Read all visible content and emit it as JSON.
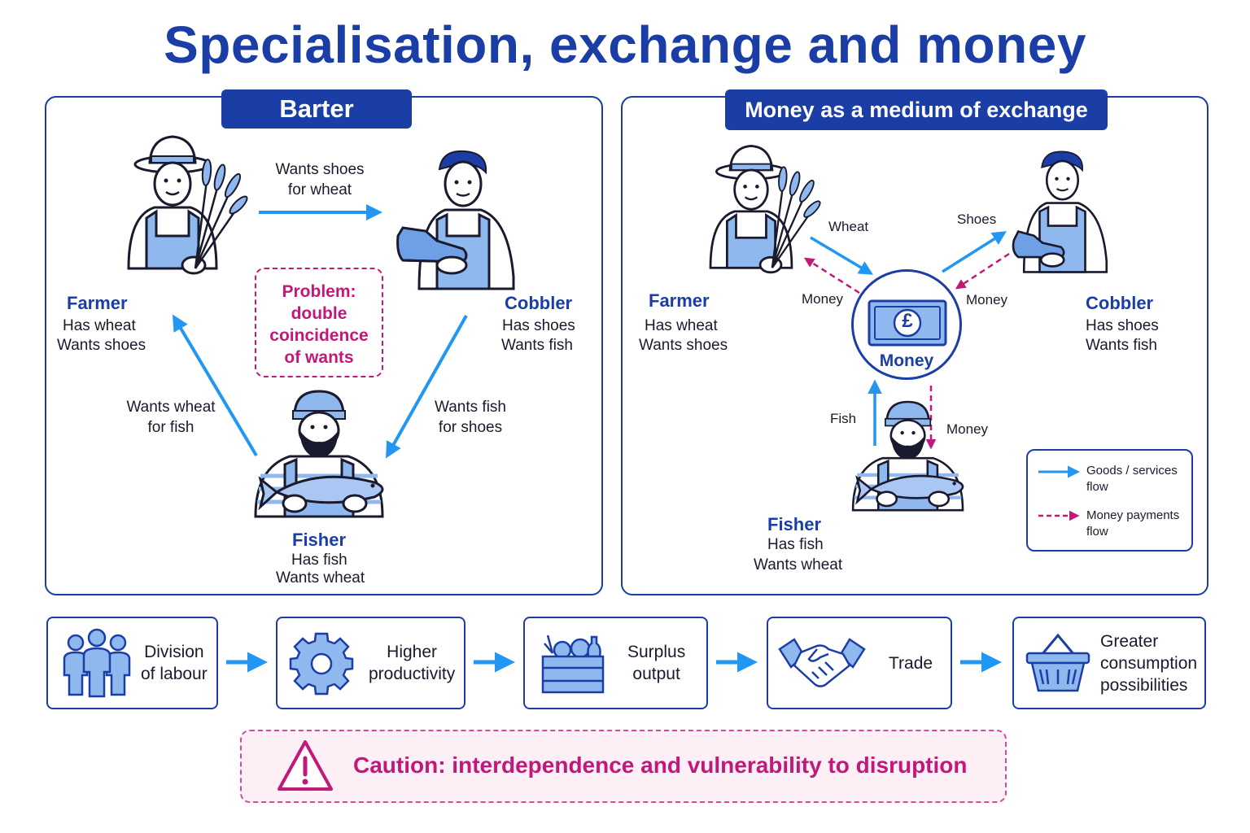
{
  "title": "Specialisation, exchange and money",
  "barter": {
    "heading": "Barter",
    "farmer": {
      "name": "Farmer",
      "has": "Has wheat",
      "wants": "Wants shoes"
    },
    "cobbler": {
      "name": "Cobbler",
      "has": "Has shoes",
      "wants": "Wants fish"
    },
    "fisher": {
      "name": "Fisher",
      "has": "Has fish",
      "wants": "Wants wheat"
    },
    "arrow_farmer_cobbler": [
      "Wants shoes",
      "for wheat"
    ],
    "arrow_cobbler_fisher": [
      "Wants fish",
      "for shoes"
    ],
    "arrow_fisher_farmer": [
      "Wants wheat",
      "for fish"
    ],
    "problem": [
      "Problem:",
      "double",
      "coincidence",
      "of wants"
    ]
  },
  "money_exchange": {
    "heading": "Money as a medium of exchange",
    "farmer": {
      "name": "Farmer",
      "has": "Has wheat",
      "wants": "Wants shoes"
    },
    "cobbler": {
      "name": "Cobbler",
      "has": "Has shoes",
      "wants": "Wants fish"
    },
    "fisher": {
      "name": "Fisher",
      "has": "Has fish",
      "wants": "Wants wheat"
    },
    "center_label": "Money",
    "currency_symbol": "£",
    "flow_labels": {
      "wheat": "Wheat",
      "shoes": "Shoes",
      "fish": "Fish",
      "money_farmer": "Money",
      "money_cobbler": "Money",
      "money_fisher": "Money"
    },
    "legend": {
      "goods": [
        "Goods / services",
        "flow"
      ],
      "money": [
        "Money payments",
        "flow"
      ]
    }
  },
  "steps": [
    {
      "label": [
        "Division",
        "of labour"
      ],
      "icon": "people-icon"
    },
    {
      "label": [
        "Higher",
        "productivity"
      ],
      "icon": "gear-icon"
    },
    {
      "label": [
        "Surplus",
        "output"
      ],
      "icon": "crate-icon"
    },
    {
      "label": [
        "Trade"
      ],
      "icon": "handshake-icon"
    },
    {
      "label": [
        "Greater",
        "consumption",
        "possibilities"
      ],
      "icon": "basket-icon"
    }
  ],
  "caution": "Caution: interdependence and vulnerability to disruption",
  "colors": {
    "brand_blue": "#1b3ea6",
    "goods_arrow": "#2196f3",
    "money_arrow": "#c2187a",
    "light_blue_fill": "#8fb8ef",
    "caution_bg": "#fdeff6"
  }
}
